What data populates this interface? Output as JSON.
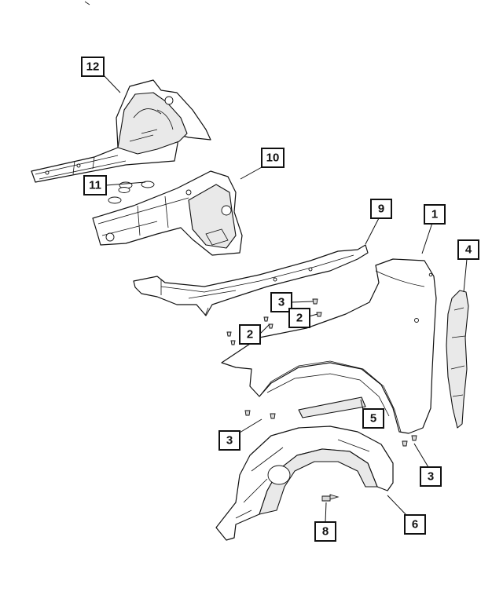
{
  "diagram": {
    "callouts": [
      {
        "id": "c12",
        "label": "12"
      },
      {
        "id": "c11",
        "label": "11"
      },
      {
        "id": "c10",
        "label": "10"
      },
      {
        "id": "c9",
        "label": "9"
      },
      {
        "id": "c1",
        "label": "1"
      },
      {
        "id": "c4",
        "label": "4"
      },
      {
        "id": "c3a",
        "label": "3"
      },
      {
        "id": "c2a",
        "label": "2"
      },
      {
        "id": "c2b",
        "label": "2"
      },
      {
        "id": "c3b",
        "label": "3"
      },
      {
        "id": "c5",
        "label": "5"
      },
      {
        "id": "c3c",
        "label": "3"
      },
      {
        "id": "c6",
        "label": "6"
      },
      {
        "id": "c8",
        "label": "8"
      }
    ]
  }
}
